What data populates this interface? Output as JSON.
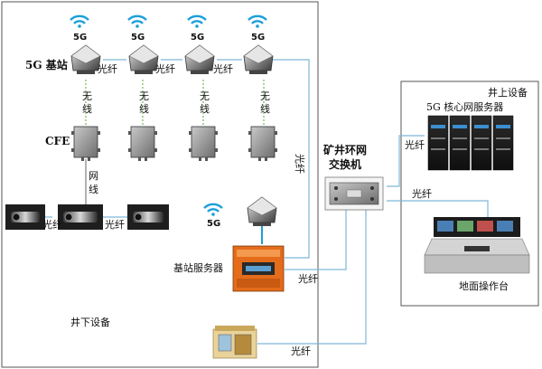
{
  "colors": {
    "fiber_line": "#7fb8d6",
    "wireless_line": "#93c47d",
    "wifi": "#1a9fd9",
    "box_border": "#444444"
  },
  "base_stations": {
    "label": "5G 基站",
    "wifi_labels": [
      "5G",
      "5G",
      "5G",
      "5G"
    ]
  },
  "links": {
    "fiber": "光纤",
    "wireless_line1": "无",
    "wireless_line2": "线",
    "network_line1": "网",
    "network_line2": "线"
  },
  "cfe": {
    "label": "CFE"
  },
  "ring_switch": {
    "line1": "矿井环网",
    "line2": "交换机"
  },
  "bs_server": {
    "label": "基站服务器",
    "wifi_label": "5G"
  },
  "above_ground": {
    "title": "井上设备",
    "core_server": "5G 核心网服务器",
    "console": "地面操作台"
  },
  "underground": {
    "title": "井下设备"
  }
}
